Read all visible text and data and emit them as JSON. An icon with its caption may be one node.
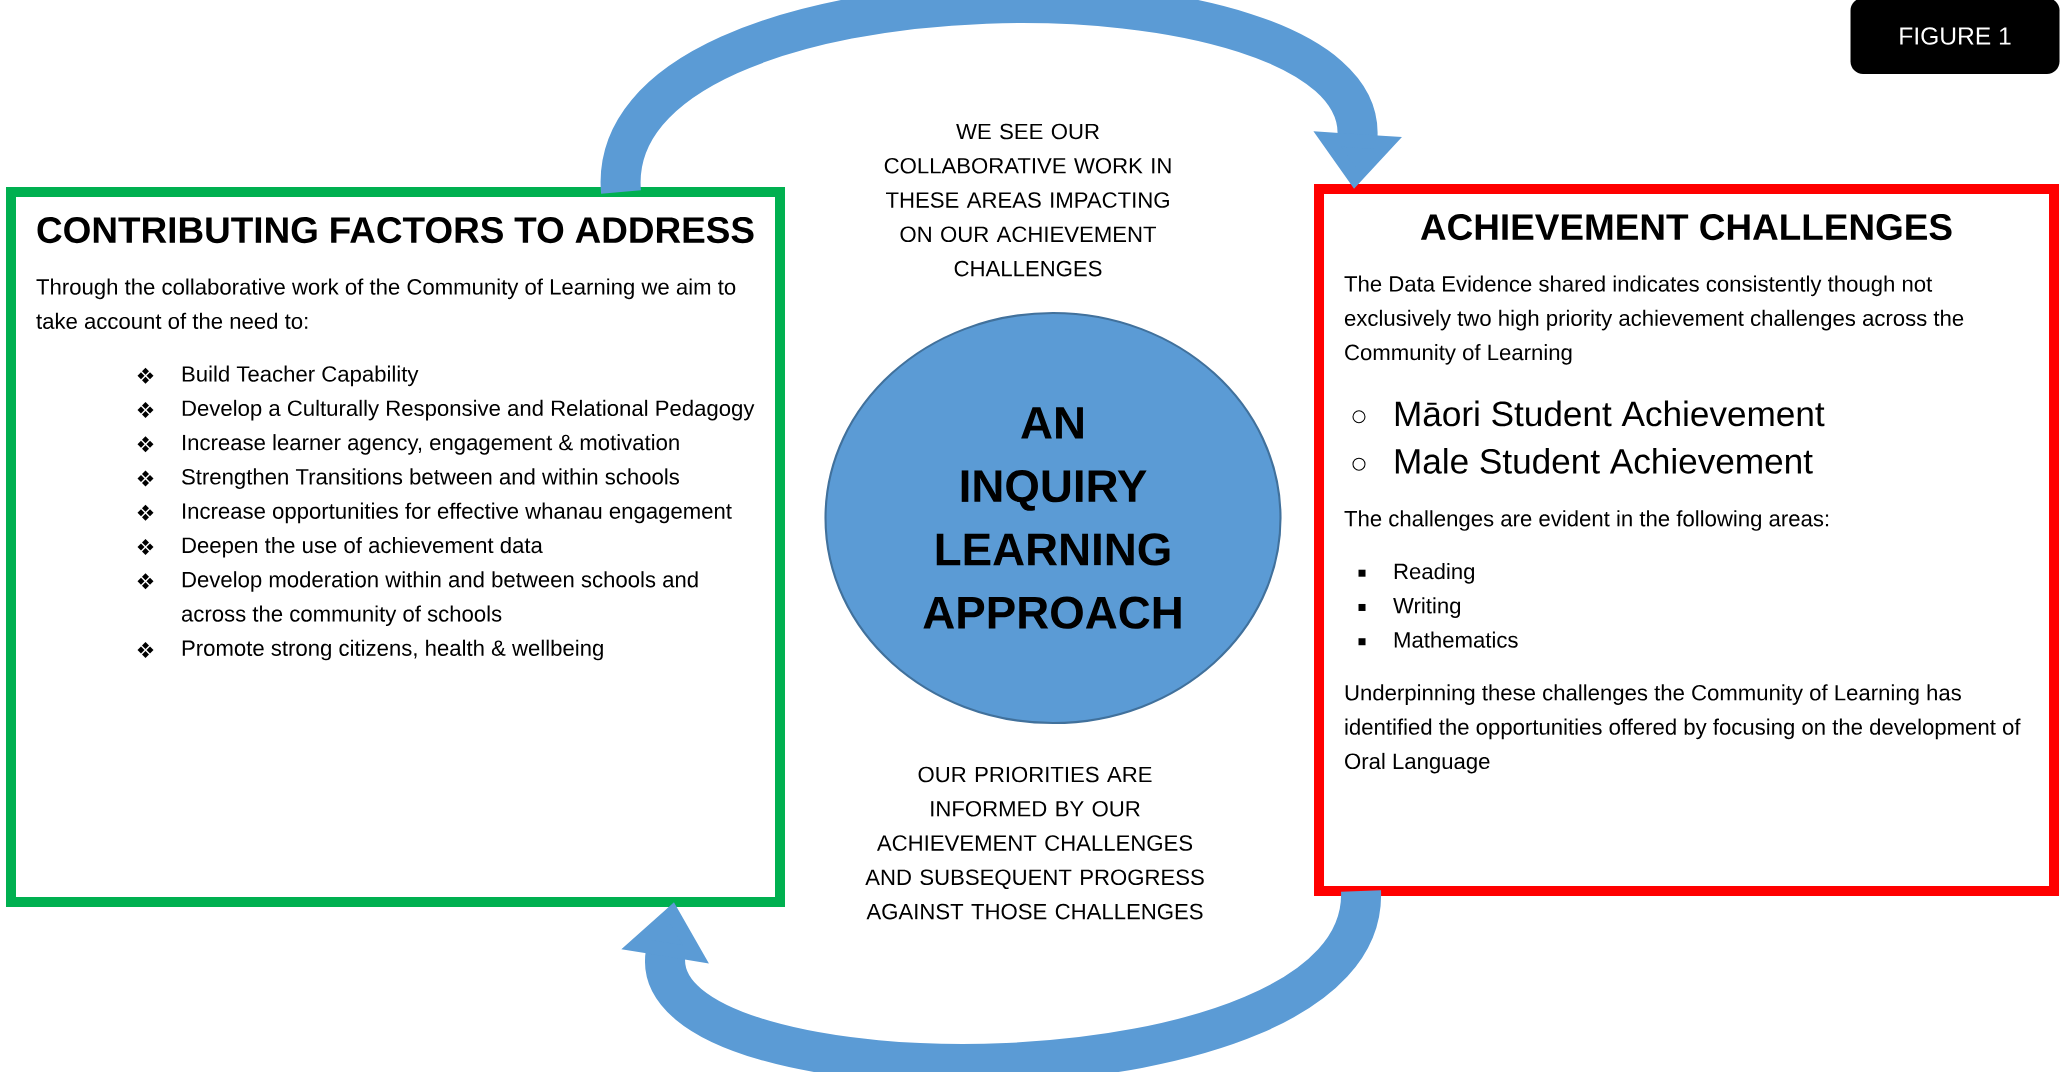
{
  "diagram": {
    "nodes": [
      {
        "text": [
          "CONTRIBUTING FACTORS TO ADDRESS",
          "Through the collaborative work of the Community of Learning we aim to take account of the need to:",
          "Build Teacher Capability",
          "Develop a Culturally Responsive and Relational Pedagogy",
          "Increase learner agency, engagement & motivation",
          "Strengthen Transitions between and within schools",
          "Increase opportunities for effective whanau engagement",
          "Deepen the use of achievement data",
          "Develop moderation within and between schools and across the community of schools",
          "Promote strong citizens, health & wellbeing"
        ]
      },
      {
        "text": [
          "ACHIEVEMENT CHALLENGES",
          "The Data Evidence shared indicates consistently though not exclusively two high priority achievement challenges across the Community of Learning",
          "Māori Student Achievement",
          "Male Student Achievement",
          "The challenges are evident in the following areas:",
          "Reading",
          "Writing",
          "Mathematics",
          "Underpinning these challenges the Community of Learning has identified the opportunities offered by focusing on the development of Oral Language"
        ]
      },
      {
        "text": [
          "AN INQUIRY LEARNING APPROACH"
        ]
      },
      {
        "text": [
          "FIGURE 1"
        ]
      }
    ],
    "edges": [
      {
        "from": 0,
        "to": 1,
        "arrow": "to"
      },
      {
        "from": 1,
        "to": 0,
        "arrow": "to"
      }
    ],
    "labels": [
      "WE SEE OUR COLLABORATIVE WORK IN THESE AREAS IMPACTING ON OUR ACHIEVEMENT CHALLENGES",
      "OUR PRIORITIES ARE INFORMED BY OUR ACHIEVEMENT CHALLENGES AND SUBSEQUENT PROGRESS AGAINST THOSE CHALLENGES"
    ]
  }
}
